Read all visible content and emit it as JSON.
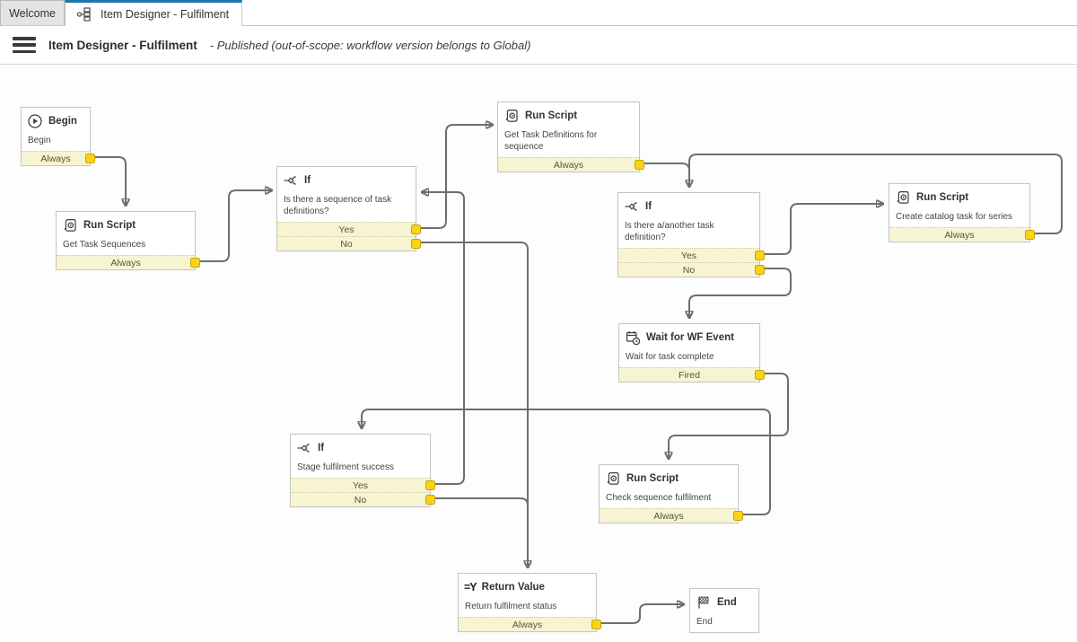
{
  "tabs": {
    "welcome": {
      "label": "Welcome"
    },
    "active": {
      "label": "Item Designer - Fulfilment"
    }
  },
  "header": {
    "title": "Item Designer - Fulfilment",
    "status": "- Published  (out-of-scope: workflow version belongs to Global)"
  },
  "nodes": {
    "begin": {
      "title": "Begin",
      "description": "Begin",
      "outputs": [
        "Always"
      ]
    },
    "get_task_sequences": {
      "title": "Run Script",
      "description": "Get Task Sequences",
      "outputs": [
        "Always"
      ]
    },
    "if_sequence": {
      "title": "If",
      "description": "Is there a sequence of task definitions?",
      "outputs": [
        "Yes",
        "No"
      ]
    },
    "get_task_definitions": {
      "title": "Run Script",
      "description": "Get Task Definitions for sequence",
      "outputs": [
        "Always"
      ]
    },
    "if_task_definition": {
      "title": "If",
      "description": "Is there a/another task definition?",
      "outputs": [
        "Yes",
        "No"
      ]
    },
    "create_catalog_task": {
      "title": "Run Script",
      "description": "Create catalog task for series",
      "outputs": [
        "Always"
      ]
    },
    "wait_wf_event": {
      "title": "Wait for WF Event",
      "description": "Wait for task complete",
      "outputs": [
        "Fired"
      ]
    },
    "if_stage": {
      "title": "If",
      "description": "Stage fulfilment success",
      "outputs": [
        "Yes",
        "No"
      ]
    },
    "check_sequence": {
      "title": "Run Script",
      "description": "Check sequence fulfilment",
      "outputs": [
        "Always"
      ]
    },
    "return_value": {
      "title": "Return Value",
      "description": "Return fulfilment status",
      "outputs": [
        "Always"
      ]
    },
    "end": {
      "title": "End",
      "description": "End",
      "outputs": []
    }
  },
  "icons": {
    "return_value_glyph": "=Y"
  },
  "colors": {
    "tab_accent": "#1f76ad",
    "connector_fill": "#fad318",
    "connector_border": "#c3a409",
    "output_row_bg": "#f7f4d2",
    "wire": "#6e6e6e"
  }
}
